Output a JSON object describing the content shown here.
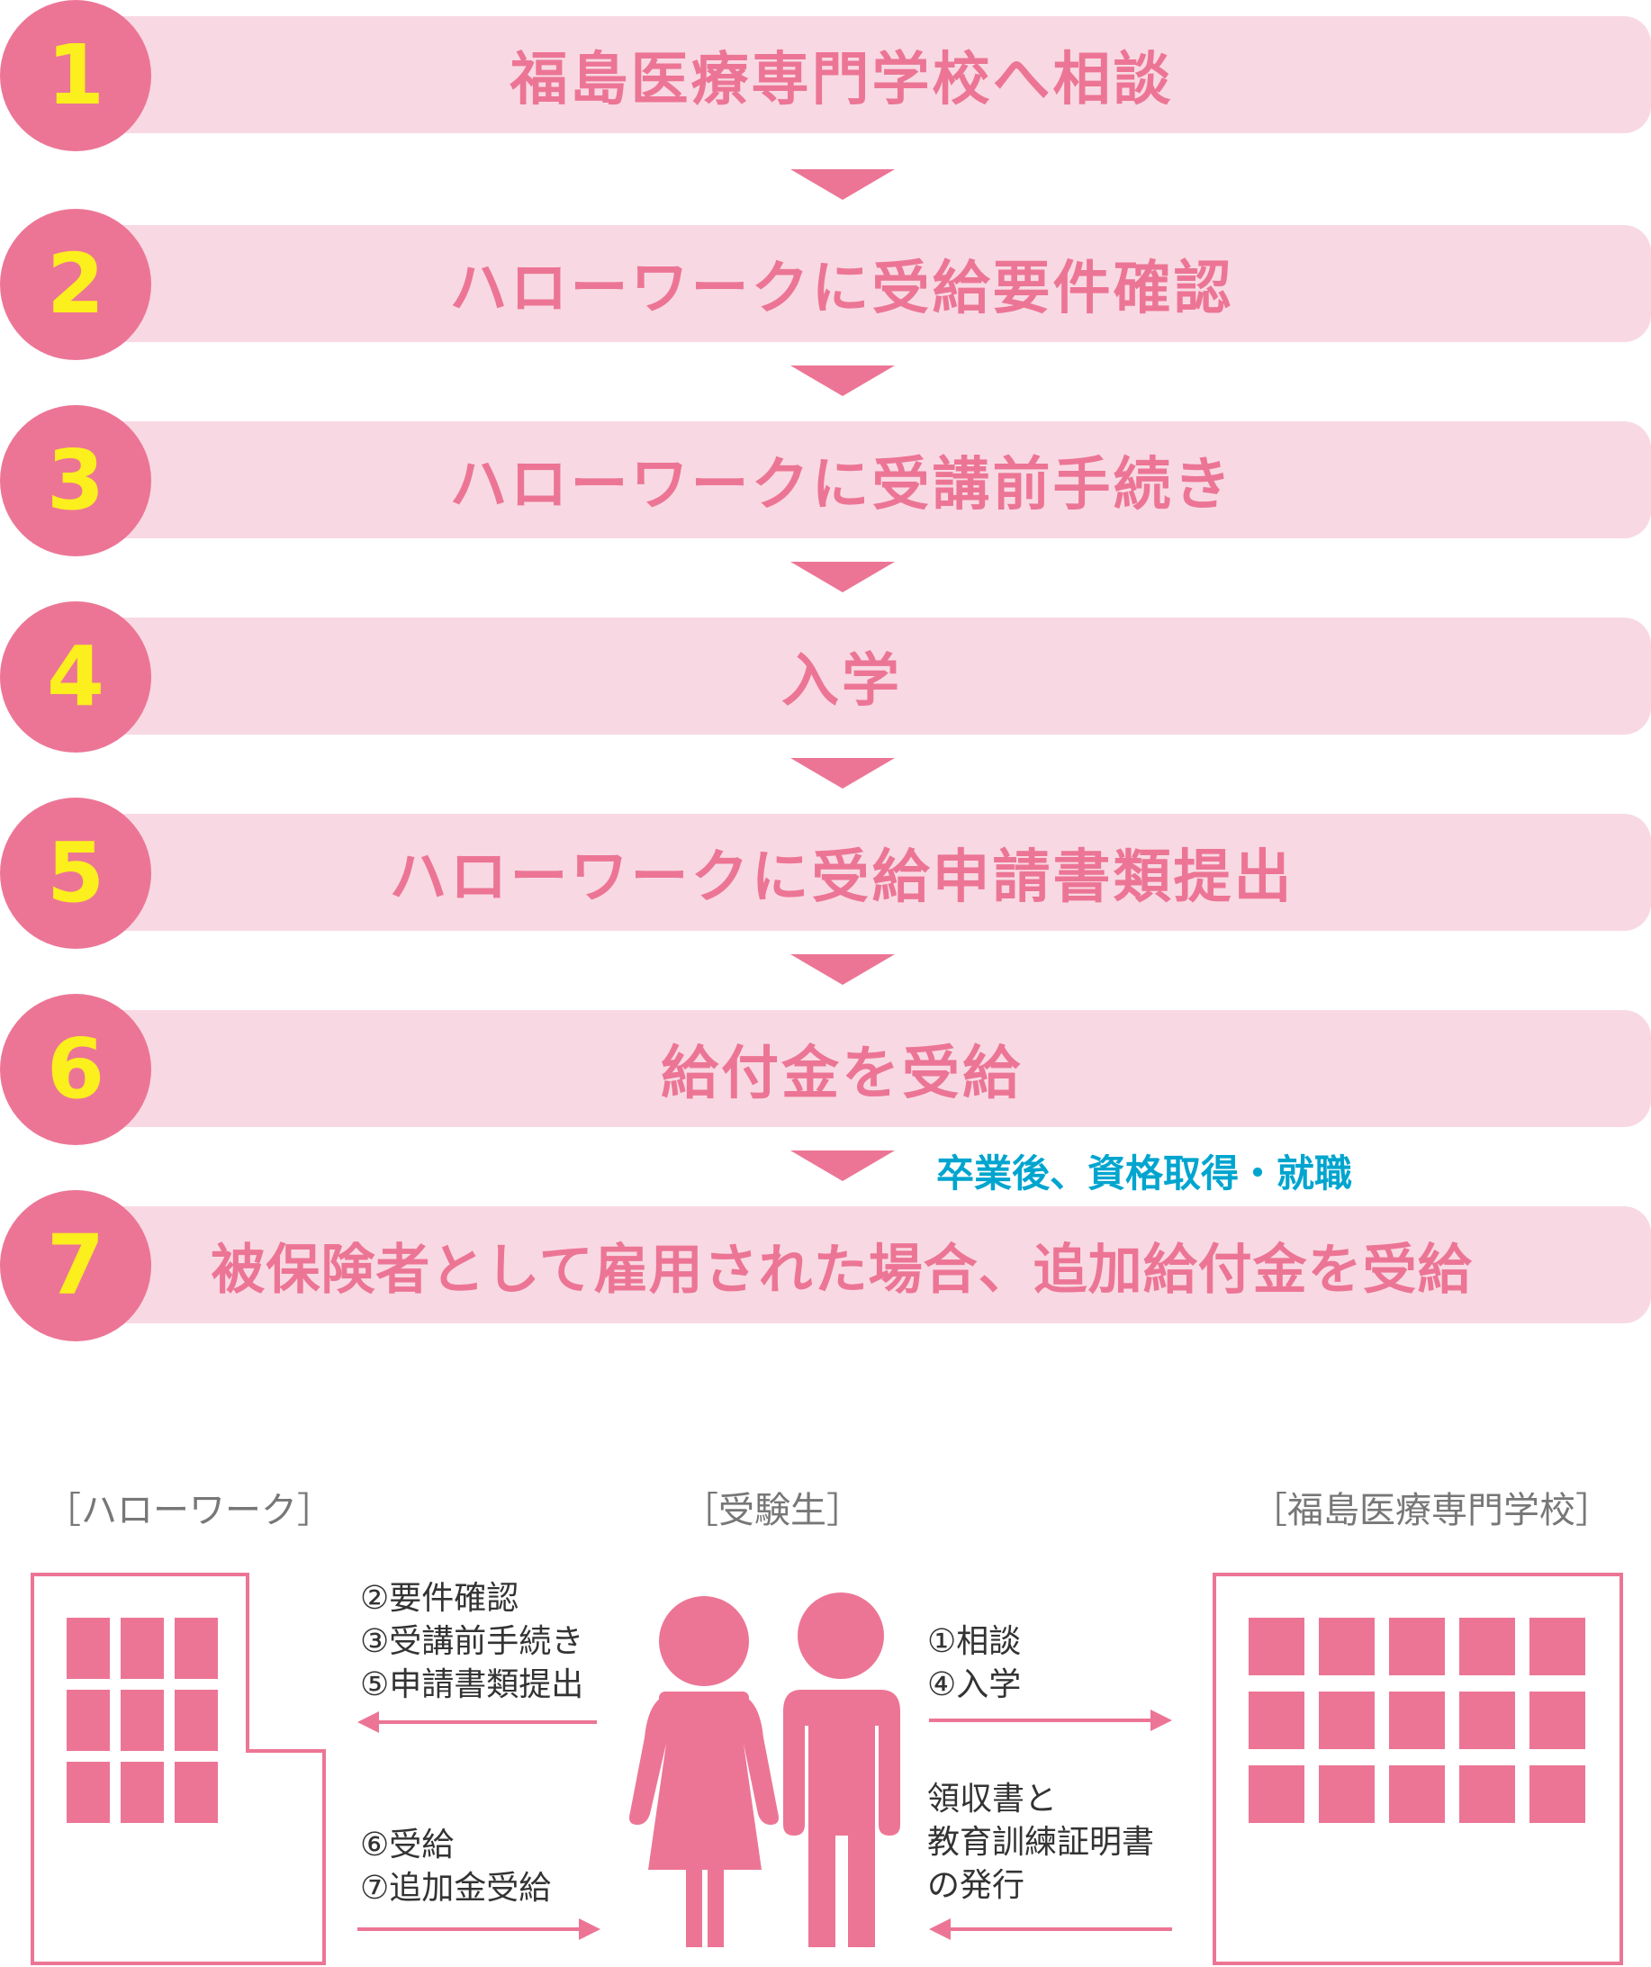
{
  "colors": {
    "accent": "#ec7595",
    "bar_bg": "#f8d9e3",
    "number": "#fcef1e",
    "note": "#00a5cf",
    "label": "#777777",
    "text": "#333333"
  },
  "steps": [
    {
      "number": "1",
      "text": "福島医療専門学校へ相談"
    },
    {
      "number": "2",
      "text": "ハローワークに受給要件確認"
    },
    {
      "number": "3",
      "text": "ハローワークに受講前手続き"
    },
    {
      "number": "4",
      "text": "入学"
    },
    {
      "number": "5",
      "text": "ハローワークに受給申請書類提出"
    },
    {
      "number": "6",
      "text": "給付金を受給"
    },
    {
      "number": "7",
      "text": "被保険者として雇用された場合、追加給付金を受給"
    }
  ],
  "note_between_6_7": "卒業後、資格取得・就職",
  "diagram": {
    "hellowork_label": "［ハローワーク］",
    "student_label": "［受験生］",
    "school_label": "［福島医療専門学校］",
    "to_hellowork": [
      "②要件確認",
      "③受講前手続き",
      "⑤申請書類提出"
    ],
    "from_hellowork": [
      "⑥受給",
      "⑦追加金受給"
    ],
    "to_school": [
      "①相談",
      "④入学"
    ],
    "from_school": [
      "領収書と",
      "教育訓練証明書",
      "の発行"
    ]
  }
}
